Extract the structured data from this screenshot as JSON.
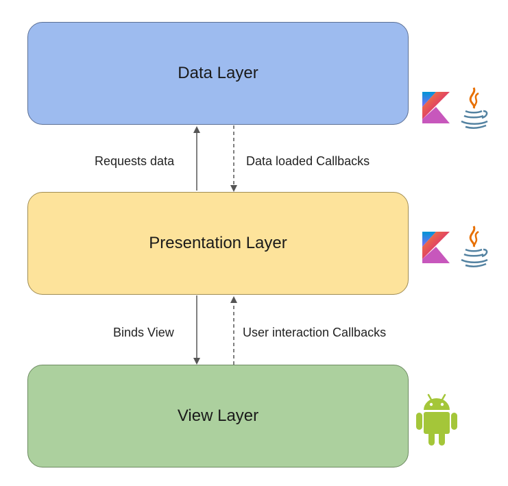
{
  "layers": {
    "data": "Data Layer",
    "presentation": "Presentation Layer",
    "view": "View Layer"
  },
  "arrows": {
    "requests_data": "Requests data",
    "data_loaded_callbacks": "Data loaded Callbacks",
    "binds_view": "Binds View",
    "user_interaction_callbacks": "User interaction Callbacks"
  },
  "icons": {
    "data_layer": [
      "kotlin-logo-icon",
      "java-logo-icon"
    ],
    "presentation_layer": [
      "kotlin-logo-icon",
      "java-logo-icon"
    ],
    "view_layer": [
      "android-robot-icon"
    ]
  },
  "colors": {
    "data_layer": "#9dbbef",
    "presentation_layer": "#fde39b",
    "view_layer": "#acd09e",
    "android_green": "#a4c639",
    "java_orange": "#e76f00",
    "java_blue": "#5382a1"
  }
}
